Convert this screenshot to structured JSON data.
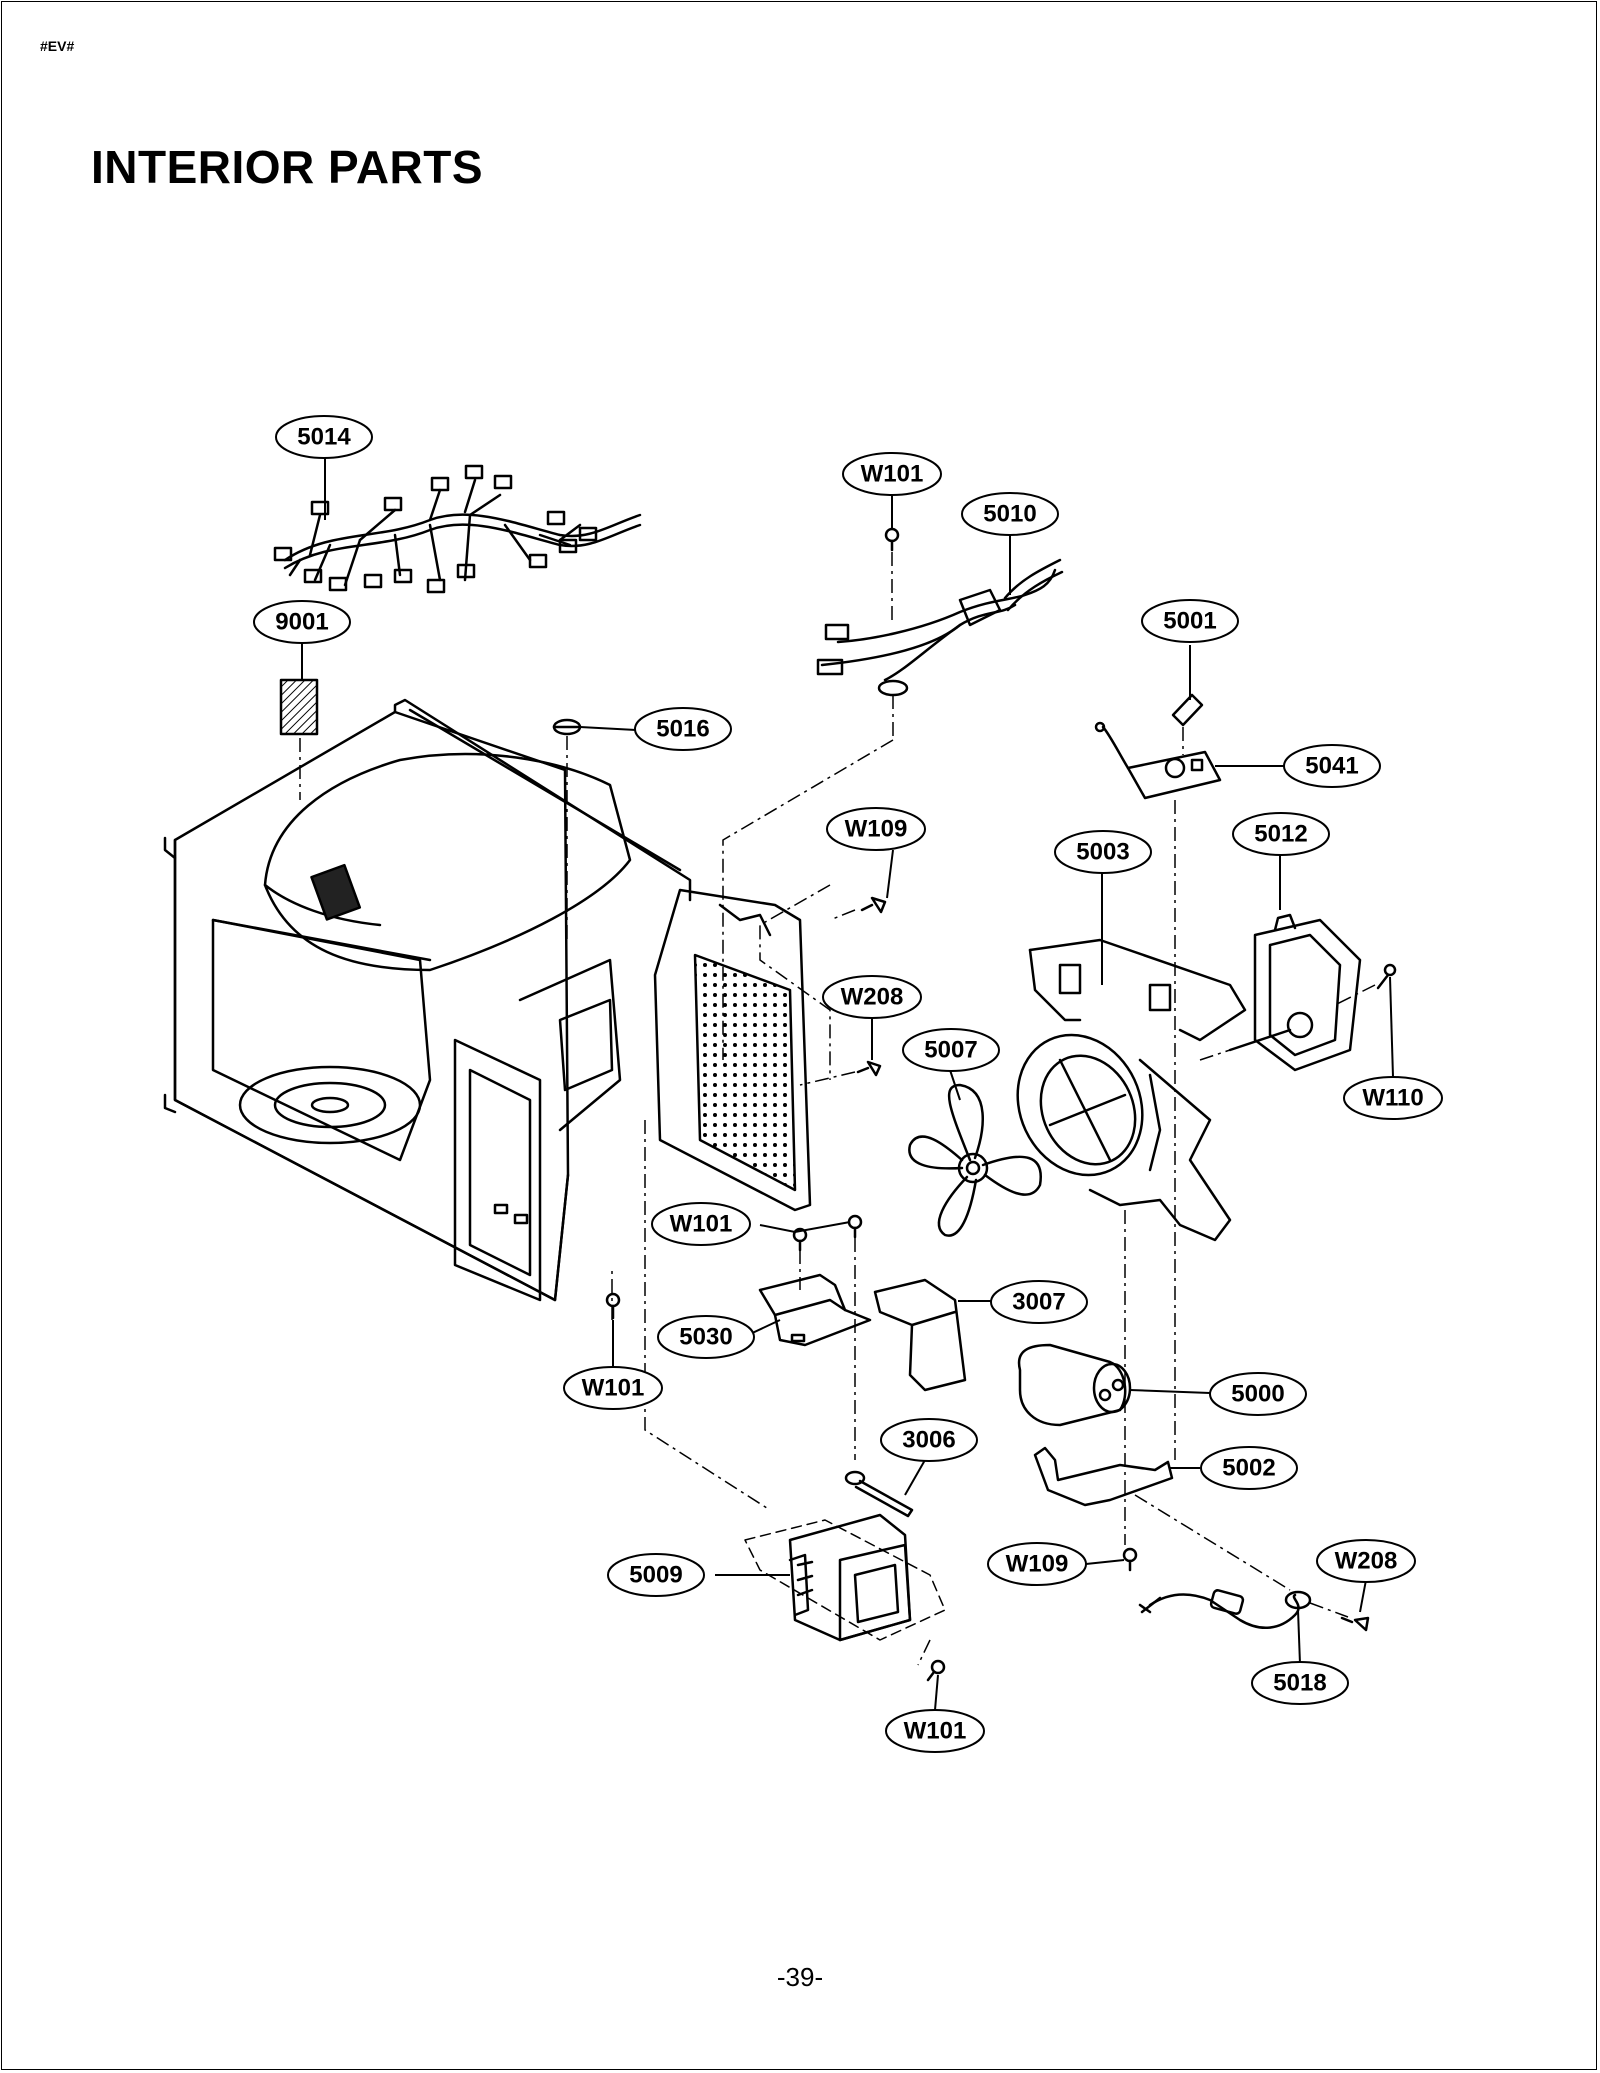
{
  "header": {
    "code": "#EV#",
    "title": "INTERIOR PARTS"
  },
  "footer": {
    "page_number": "-39-"
  },
  "callouts": [
    {
      "id": "5014",
      "text": "5014"
    },
    {
      "id": "9001",
      "text": "9001"
    },
    {
      "id": "W101-top",
      "text": "W101"
    },
    {
      "id": "5010",
      "text": "5010"
    },
    {
      "id": "5016",
      "text": "5016"
    },
    {
      "id": "5001",
      "text": "5001"
    },
    {
      "id": "5041",
      "text": "5041"
    },
    {
      "id": "W109-upper",
      "text": "W109"
    },
    {
      "id": "5003",
      "text": "5003"
    },
    {
      "id": "5012",
      "text": "5012"
    },
    {
      "id": "W208-upper",
      "text": "W208"
    },
    {
      "id": "5007",
      "text": "5007"
    },
    {
      "id": "W110",
      "text": "W110"
    },
    {
      "id": "W101-mid",
      "text": "W101"
    },
    {
      "id": "3007",
      "text": "3007"
    },
    {
      "id": "5030",
      "text": "5030"
    },
    {
      "id": "W101-left",
      "text": "W101"
    },
    {
      "id": "5000",
      "text": "5000"
    },
    {
      "id": "3006",
      "text": "3006"
    },
    {
      "id": "5002",
      "text": "5002"
    },
    {
      "id": "5009",
      "text": "5009"
    },
    {
      "id": "W109-lower",
      "text": "W109"
    },
    {
      "id": "W208-lower",
      "text": "W208"
    },
    {
      "id": "5018",
      "text": "5018"
    },
    {
      "id": "W101-bottom",
      "text": "W101"
    }
  ]
}
